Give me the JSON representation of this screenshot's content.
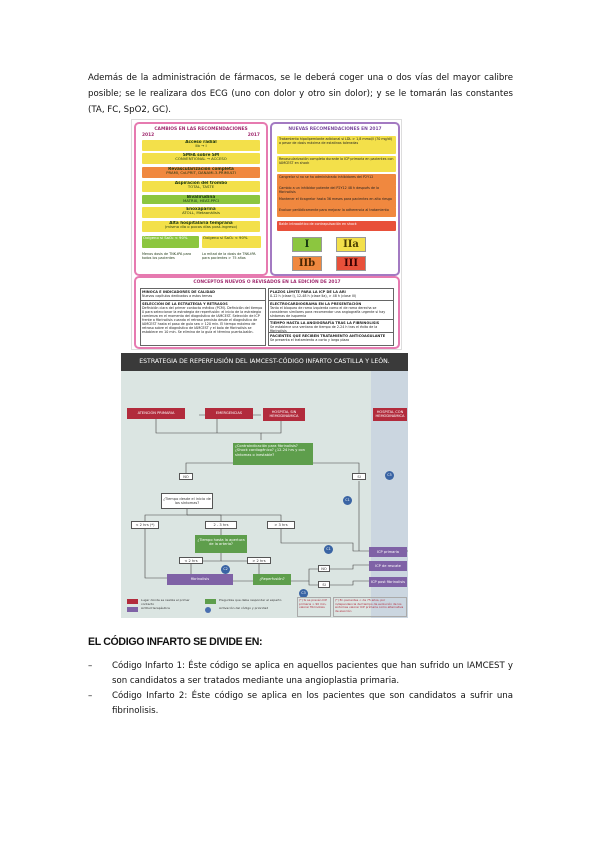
{
  "intro": "Además de la administración de fármacos, se le deberá coger una o dos vías del mayor calibre posible; se le realizara dos ECG (uno con dolor y otro sin dolor); y se le tomarán las constantes (TA, FC, SpO2, GC).",
  "figure1": {
    "panel1": {
      "title": "CAMBIOS EN LAS RECOMENDACIONES",
      "year_left": "2012",
      "year_right": "2017",
      "bands": [
        {
          "label": "Acceso radial",
          "sub": "IIb → I",
          "color": "#f3e04a"
        },
        {
          "label": "SMFA sobre SM",
          "sub": "CONVENTIONAL → ACCESO",
          "color": "#f3e04a"
        },
        {
          "label": "Revascularización completa",
          "sub": "PRAMI, CvLPRIT, DANAMI-3-PRIMULTI",
          "color": "#f0883f"
        },
        {
          "label": "Aspiración del trombo",
          "sub": "TOTAL, TASTE",
          "color": "#f3e04a"
        },
        {
          "label": "Bivalirudina",
          "sub": "MATRIX, HEAT-PPCI",
          "color": "#8cc63f"
        },
        {
          "label": "Enoxaparina",
          "sub": "ATOLL, Metaanálisis",
          "color": "#f3e04a"
        },
        {
          "label": "Alta hospitalaria temprana",
          "sub": "(mismo día o pocos días post-ingreso)",
          "color": "#f3e04a"
        }
      ],
      "oxygen_left": "Oxígeno si SaO₂ < 90%",
      "oxygen_right": "Oxígeno si SaO₂ < 90%",
      "note_left": "Menos dosis de TNK-tPA para todos los pacientes",
      "note_right": "La mitad de la dosis de TNK-tPA para pacientes > 75 años"
    },
    "panel2": {
      "title": "NUEVAS RECOMENDACIONES EN 2017",
      "items": [
        {
          "text": "Tratamiento hipolipemiante adicional si LDL > 1,8 mmol/l (70 mg/dl) a pesar de dosis máxima de estatinas toleradas",
          "color": "#f3e04a"
        },
        {
          "text": "Revascularización completa durante la ICP primaria en pacientes con IAMCEST en shock",
          "color": "#f3e04a"
        },
        {
          "text": "Cangrelor si no se ha administrado inhibidores del P2Y12",
          "color": "#f0883f"
        },
        {
          "text": "Cambio a un inhibidor potente del P2Y12 48 h después de la fibrinolisis",
          "color": "#f0883f"
        },
        {
          "text": "Mantener el ticagrelor hasta 36 meses para pacientes en alto riesgo",
          "color": "#f0883f"
        },
        {
          "text": "Evaluar periódicamente para mejorar la adherencia al tratamiento",
          "color": "#f0883f"
        },
        {
          "text": "Balón intraaórtico de contrapulsación en shock",
          "color": "#e8503a"
        }
      ],
      "classes": [
        "I",
        "IIa",
        "IIb",
        "III"
      ]
    },
    "panel3": {
      "title": "CONCEPTOS NUEVOS O REVISADOS EN LA EDICIÓN DE 2017",
      "boxes": [
        {
          "title": "MINOCA E INDICADORES DE CALIDAD",
          "text": "Nuevos capítulos dedicados a estos temas"
        },
        {
          "title": "SELECCIÓN DE LA ESTRATEGIA Y RETRASOS",
          "text": "Definición clara del primer contacto médico (PCM). Definición del tiempo 0 para seleccionar la estrategia de reperfusión: el inicio de la estrategia comienza en el momento del diagnóstico de IAMCEST. Selección de ICP frente a fibrinolisis cuando el retraso previsto desde el diagnóstico de IAMCEST hasta el paso de guía sea > 120 min. El tiempo máximo de retraso sobre el diagnóstico de IAMCEST y el bolo de fibrinolisis se establece en 10 min. Se elimina de la guía el término puerta-balón."
        },
        {
          "title": "PLAZOS LÍMITE PARA LA ICP DE LA ARI",
          "text": "0-12 h (clase I), 12-48 h (clase IIa), > 48 h (clase III)"
        },
        {
          "title": "ELECTROCARDIOGRAMA EN LA PRESENTACIÓN",
          "text": "Tanto el bloqueo de rama izquierda como el de rama derecha se consideran similares para recomendar una angiografía urgente si hay síntomas de isquemia"
        },
        {
          "title": "TIEMPO HASTA LA ANGIOGRAFÍA TRAS LA FIBRINOLISIS",
          "text": "Se establece una ventana de tiempo de 2-24 h tras el éxito de la fibrinolisis"
        },
        {
          "title": "PACIENTES QUE RECIBEN TRATAMIENTO ANTICOAGULANTE",
          "text": "Se presenta el tratamiento a corto y largo plazo"
        }
      ]
    }
  },
  "figure2": {
    "header": "ESTRATEGIA DE REPERFUSIÓN DEL IAMCEST-CÓDIGO INFARTO CASTILLA Y LEÓN.",
    "nodes": {
      "atencion": "ATENCIÓN PRIMARIA",
      "emergencias": "EMERGENCIAS",
      "hospital_sin": "HOSPITAL SIN HEMODINÁMICA",
      "hospital_con": "HOSPITAL CON HEMODINÁMICA",
      "question1": "¿Contraindicación para fibrinolisis? ¿Shock cardiogénico? ¿12-24 hrs y con síntomas o inestable?",
      "no": "NO",
      "si": "SI",
      "question2": "¿Tiempo desde el inicio de los síntomas?",
      "lt2": "< 2 hrs (*)",
      "t2_3": "2 - 3 hrs",
      "gt3": "> 3 hrs",
      "question3": "¿Tiempo hasta la apertura de la arteria?",
      "lt2b": "< 2 hrs",
      "gt2": "> 2 hrs",
      "fibrinolisis": "fibrinolisis",
      "reperfusion": "¿Reperfusión?",
      "no2": "NO",
      "si2": "SI",
      "icp_primaria": "ICP primaria",
      "icp_rescate": "ICP de rescate",
      "icp_post": "ICP post fibrinolisis"
    },
    "circles": [
      "C1",
      "C1",
      "C2",
      "C3",
      "C5"
    ],
    "legend": {
      "red": "Lugar donde se realiza el primer contacto",
      "green": "Preguntas que debe responder el experto",
      "purple": "Actitud terapéutica",
      "blue": "Activación del código y prioridad",
      "note1": "(*) Si se prevén ICP primaria > 90 min, valorar fibrinolisis",
      "note2": "(*) En pacientes < de 75 años, por independencia del tiempo de evolución de los síntomas valorar ICP primaria como alternativa de elección"
    }
  },
  "section": {
    "heading": "EL CÓDIGO INFARTO SE DIVIDE EN:",
    "items": [
      "Código Infarto 1: Éste código se aplica en aquellos pacientes que han sufrido un IAMCEST y son candidatos a ser tratados mediante una angioplastia primaria.",
      "Código Infarto 2: Éste código se aplica en los pacientes que son candidatos a sufrir una fibrinolisis."
    ],
    "dash": "–"
  }
}
